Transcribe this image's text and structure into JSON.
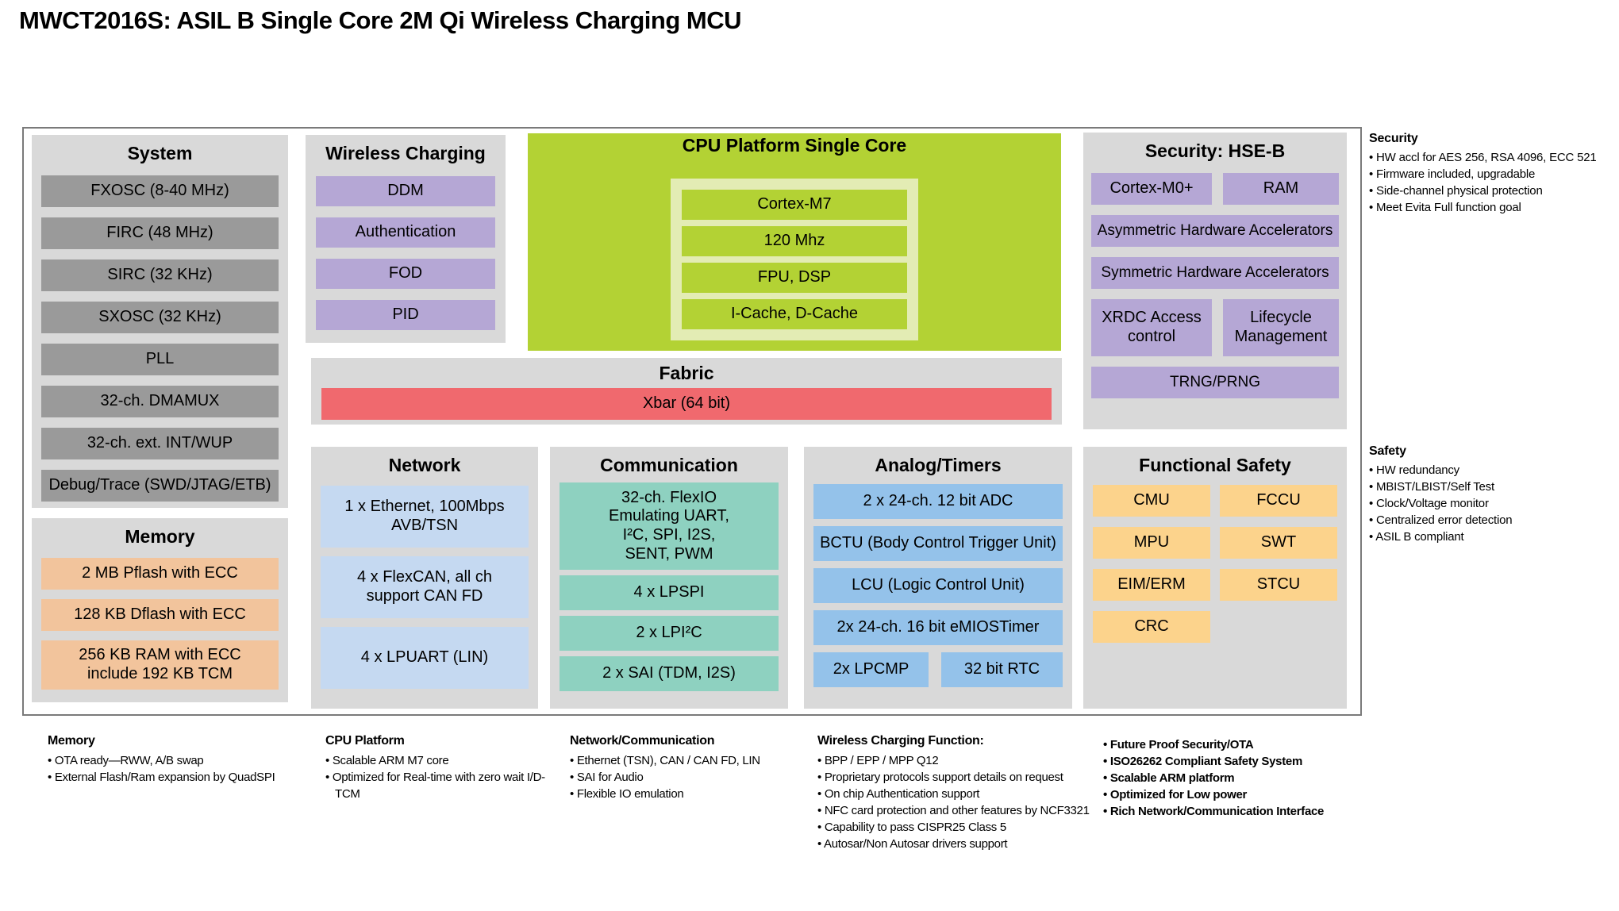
{
  "title": "MWCT2016S: ASIL B Single Core 2M Qi Wireless Charging MCU",
  "colors": {
    "group_bg": "#d9d9d9",
    "system_gray": "#9a9a9a",
    "memory_peach": "#f2c49c",
    "purple": "#b5a7d5",
    "cpu_lime": "#b3d234",
    "cpu_lime_light": "#e3ecb4",
    "xbar_red": "#f0696e",
    "network_blue": "#c5d9f1",
    "comm_teal": "#8ed1c0",
    "analog_blue": "#94c2ea",
    "safety_yellow": "#fcd38c"
  },
  "groups": {
    "system": {
      "title": "System",
      "items": [
        "FXOSC (8-40 MHz)",
        "FIRC (48 MHz)",
        "SIRC (32 KHz)",
        "SXOSC (32 KHz)",
        "PLL",
        "32-ch. DMAMUX",
        "32-ch. ext. INT/WUP",
        "Debug/Trace (SWD/JTAG/ETB)"
      ]
    },
    "memory": {
      "title": "Memory",
      "items": [
        "2 MB Pflash with ECC",
        "128 KB Dflash with ECC",
        "256 KB RAM with ECC include 192 KB TCM"
      ]
    },
    "wireless_charging": {
      "title": "Wireless Charging",
      "items": [
        "DDM",
        "Authentication",
        "FOD",
        "PID"
      ]
    },
    "cpu": {
      "title": "CPU Platform Single Core",
      "items": [
        "Cortex-M7",
        "120 Mhz",
        "FPU, DSP",
        "I-Cache, D-Cache"
      ]
    },
    "fabric": {
      "title": "Fabric",
      "bus": "Xbar (64 bit)"
    },
    "security_hse": {
      "title": "Security: HSE-B",
      "row1": [
        "Cortex-M0+",
        "RAM"
      ],
      "wide": [
        "Asymmetric Hardware Accelerators",
        "Symmetric Hardware Accelerators"
      ],
      "row2": [
        "XRDC Access control",
        "Lifecycle Management"
      ],
      "bottom": "TRNG/PRNG"
    },
    "network": {
      "title": "Network",
      "items": [
        "1 x Ethernet, 100Mbps AVB/TSN",
        "4 x FlexCAN, all ch support CAN FD",
        "4 x LPUART (LIN)"
      ]
    },
    "communication": {
      "title": "Communication",
      "items": [
        "32-ch. FlexIO Emulating UART, I²C, SPI, I2S, SENT, PWM",
        "4 x LPSPI",
        "2 x LPI²C",
        "2 x SAI (TDM, I2S)"
      ]
    },
    "analog_timers": {
      "title": "Analog/Timers",
      "items": [
        "2 x 24-ch. 12 bit ADC",
        "BCTU (Body Control Trigger Unit)",
        "LCU (Logic Control Unit)",
        "2x 24-ch. 16 bit eMIOSTimer"
      ],
      "bottom": [
        "2x LPCMP",
        "32 bit RTC"
      ]
    },
    "functional_safety": {
      "title": "Functional Safety",
      "col1": [
        "CMU",
        "MPU",
        "EIM/ERM",
        "CRC"
      ],
      "col2": [
        "FCCU",
        "SWT",
        "STCU"
      ]
    }
  },
  "sidebar": {
    "security": {
      "title": "Security",
      "bullets": [
        "HW accl for AES 256, RSA 4096, ECC 521",
        "Firmware included, upgradable",
        "Side-channel physical protection",
        "Meet Evita Full function goal"
      ]
    },
    "safety": {
      "title": "Safety",
      "bullets": [
        "HW redundancy",
        "MBIST/LBIST/Self Test",
        "Clock/Voltage monitor",
        "Centralized error detection",
        "ASIL B compliant"
      ]
    }
  },
  "footnotes": {
    "memory": {
      "title": "Memory",
      "bullets": [
        "OTA ready—RWW, A/B swap",
        "External Flash/Ram expansion by QuadSPI"
      ]
    },
    "cpu": {
      "title": "CPU Platform",
      "bullets": [
        "Scalable ARM M7 core",
        "Optimized for Real-time with zero wait I/D-TCM"
      ]
    },
    "network_comm": {
      "title": "Network/Communication",
      "bullets": [
        "Ethernet (TSN), CAN / CAN FD, LIN",
        "SAI for Audio",
        "Flexible IO emulation"
      ]
    },
    "wireless": {
      "title": "Wireless Charging Function:",
      "bullets": [
        "BPP / EPP / MPP Q12",
        "Proprietary protocols support details on request",
        "On chip Authentication support",
        "NFC card protection and other features by NCF3321",
        "Capability to pass CISPR25 Class 5",
        "Autosar/Non Autosar drivers support"
      ]
    },
    "highlights": {
      "bullets": [
        "Future Proof Security/OTA",
        "ISO26262 Compliant Safety System",
        "Scalable ARM platform",
        "Optimized for Low power",
        "Rich Network/Communication Interface"
      ]
    }
  }
}
